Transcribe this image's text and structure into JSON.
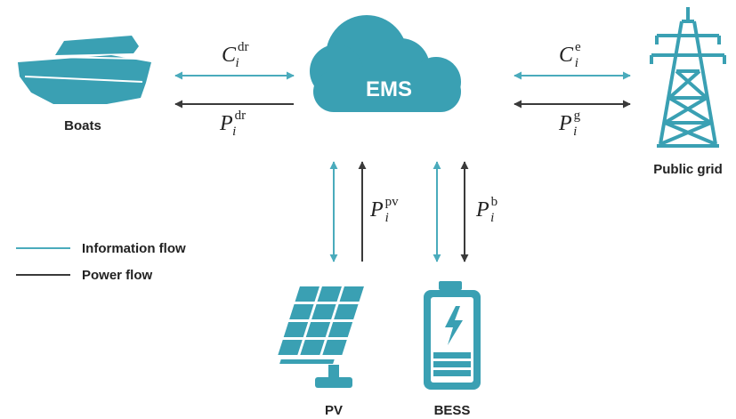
{
  "colors": {
    "accent": "#3aa0b3",
    "info_arrow": "#4aabbc",
    "power_arrow": "#3a3a3a"
  },
  "nodes": {
    "ems": "EMS",
    "boats": "Boats",
    "public_grid": "Public grid",
    "pv": "PV",
    "bess": "BESS"
  },
  "edges": {
    "boats_info": {
      "symbol": "C",
      "sup": "dr",
      "sub": "i"
    },
    "boats_power": {
      "symbol": "P",
      "sup": "dr",
      "sub": "i"
    },
    "grid_info": {
      "symbol": "C",
      "sup": "e",
      "sub": "i"
    },
    "grid_power": {
      "symbol": "P",
      "sup": "g",
      "sub": "i"
    },
    "pv_power": {
      "symbol": "P",
      "sup": "pv",
      "sub": "i"
    },
    "bess_power": {
      "symbol": "P",
      "sup": "b",
      "sub": "i"
    }
  },
  "legend": {
    "information": "Information flow",
    "power": "Power flow"
  },
  "icons": [
    "cloud-icon",
    "boat-icon",
    "pylon-icon",
    "solar-panel-icon",
    "battery-icon"
  ]
}
